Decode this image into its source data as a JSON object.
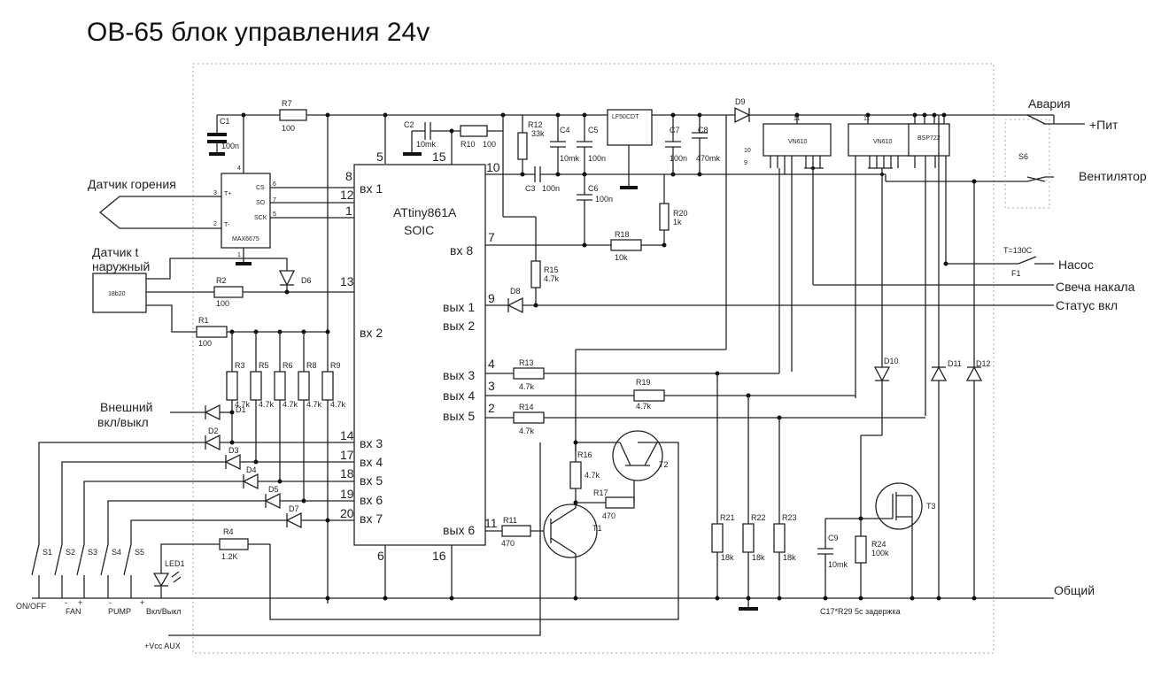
{
  "title": "ОВ-65 блок управления 24v",
  "mcu": {
    "name": "ATtiny861A",
    "package": "SOIC"
  },
  "ic_labels": {
    "max": "MAX6675",
    "max_pin4": "4",
    "max_pin1": "1",
    "max_tp": "T+",
    "max_tm": "T-",
    "max_p3": "3",
    "max_p2": "2",
    "max_cs": "CS",
    "max_so": "SO",
    "max_sck": "SCK",
    "max_p6": "6",
    "max_p7": "7",
    "max_p5": "5",
    "ds": "18b20",
    "reg": "LF50CDT",
    "vn1": "VN610",
    "vn2": "VN610",
    "bsp": "BSP722",
    "vn1_p10": "10",
    "vn1_p9": "9",
    "vn1_p11": "11",
    "vn2_p11": "11"
  },
  "pins": {
    "p5": "5",
    "p15": "15",
    "p10": "10",
    "p8": "8",
    "p12": "12",
    "p1": "1",
    "p13": "13",
    "p7": "7",
    "p9": "9",
    "p4": "4",
    "p3": "3",
    "p2": "2",
    "p14": "14",
    "p17": "17",
    "p18": "18",
    "p19": "19",
    "p20": "20",
    "p11": "11",
    "p6": "6",
    "p16": "16"
  },
  "io": {
    "vx1": "вх 1",
    "vx2": "вх 2",
    "vx3": "вх 3",
    "vx4": "вх 4",
    "vx5": "вх 5",
    "vx6": "вх 6",
    "vx7": "вх 7",
    "vx8": "вх 8",
    "vyh1": "вых 1",
    "vyh2": "вых 2",
    "vyh3": "вых 3",
    "vyh4": "вых 4",
    "vyh5": "вых 5",
    "vyh6": "вых 6"
  },
  "parts": {
    "C1": "C1",
    "C1v": "100n",
    "R7": "R7",
    "R7v": "100",
    "C2": "C2",
    "C2v": "10mk",
    "R10": "R10",
    "R10v": "100",
    "R12": "R12",
    "R12v": "33k",
    "C4": "C4",
    "C4v": "10mk",
    "C5": "C5",
    "C5v": "100n",
    "C3": "C3",
    "C3v": "100n",
    "C6": "C6",
    "C6v": "100n",
    "C7": "C7",
    "C7v": "100n",
    "C8": "C8",
    "C8v": "470mk",
    "R20": "R20",
    "R20v": "1k",
    "R18": "R18",
    "R18v": "10k",
    "R15": "R15",
    "R15v": "4.7k",
    "D8": "D8",
    "D9": "D9",
    "R2": "R2",
    "R2v": "100",
    "D6": "D6",
    "R1": "R1",
    "R1v": "100",
    "R3": "R3",
    "R5": "R5",
    "R6": "R6",
    "R8": "R8",
    "R9": "R9",
    "Rv47": "4.7k",
    "D1": "D1",
    "D2": "D2",
    "D3": "D3",
    "D4": "D4",
    "D5": "D5",
    "D7": "D7",
    "R13": "R13",
    "R13v": "4.7k",
    "R19": "R19",
    "R19v": "4.7k",
    "R14": "R14",
    "R14v": "4.7k",
    "R11": "R11",
    "R11v": "470",
    "R16": "R16",
    "R16v": "4.7k",
    "R17": "R17",
    "R17v": "470",
    "T1": "T1",
    "T2": "T2",
    "T3": "T3",
    "R21": "R21",
    "R22": "R22",
    "R23": "R23",
    "R18kv": "18k",
    "C9": "C9",
    "C9v": "10mk",
    "R24": "R24",
    "R24v": "100k",
    "D10": "D10",
    "D11": "D11",
    "D12": "D12",
    "R4": "R4",
    "R4v": "1.2K",
    "LED1": "LED1",
    "S1": "S1",
    "S2": "S2",
    "S3": "S3",
    "S4": "S4",
    "S5": "S5",
    "S6": "S6",
    "F1": "F1",
    "F1t": "T=130C"
  },
  "labels": {
    "flame": "Датчик горения",
    "ext1": "Датчик t",
    "ext2": "наружный",
    "ext_sw1": "Внешний",
    "ext_sw2": "вкл/выкл",
    "alarm": "Авария",
    "plus": "+Пит",
    "fan": "Вентилятор",
    "pump": "Насос",
    "glow": "Свеча накала",
    "status": "Статус вкл",
    "common": "Общий",
    "delay": "C17*R29 5с задержка",
    "onoff": "ON/OFF",
    "fanT": "FAN",
    "pumpT": "PUMP",
    "vkl": "Вкл/Выкл",
    "vcc": "+Vcc AUX",
    "minus1": "-",
    "plus1": "+",
    "minus2": "-",
    "plus2": "+"
  }
}
